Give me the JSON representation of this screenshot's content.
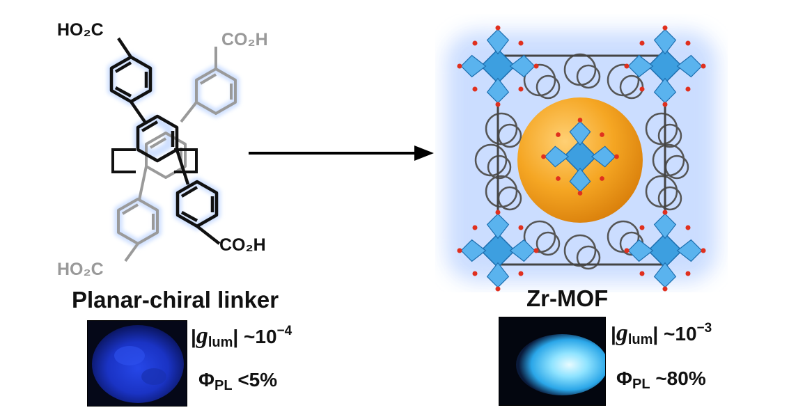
{
  "left_panel": {
    "groups": {
      "top_left": "HO₂C",
      "top_right": "CO₂H",
      "bottom_left": "HO₂C",
      "bottom_right": "CO₂H"
    },
    "caption": "Planar-chiral linker",
    "glum_symbol": "g",
    "glum_subscript": "lum",
    "glum_approx": "~10",
    "glum_exponent": "−4",
    "qy_symbol": "Φ",
    "qy_subscript": "PL",
    "qy_value": "<5%"
  },
  "right_panel": {
    "caption": "Zr-MOF",
    "glum_symbol": "g",
    "glum_subscript": "lum",
    "glum_approx": "~10",
    "glum_exponent": "−3",
    "qy_symbol": "Φ",
    "qy_subscript": "PL",
    "qy_value": "~80%"
  },
  "colors": {
    "zr_cluster": "#3d9fe0",
    "oxygen": "#e0301e",
    "cavity_sphere": "#f2a21f",
    "glow": "#c9dcff",
    "powder_left": "#1c3cd6",
    "powder_right": "#5fd0ff"
  }
}
